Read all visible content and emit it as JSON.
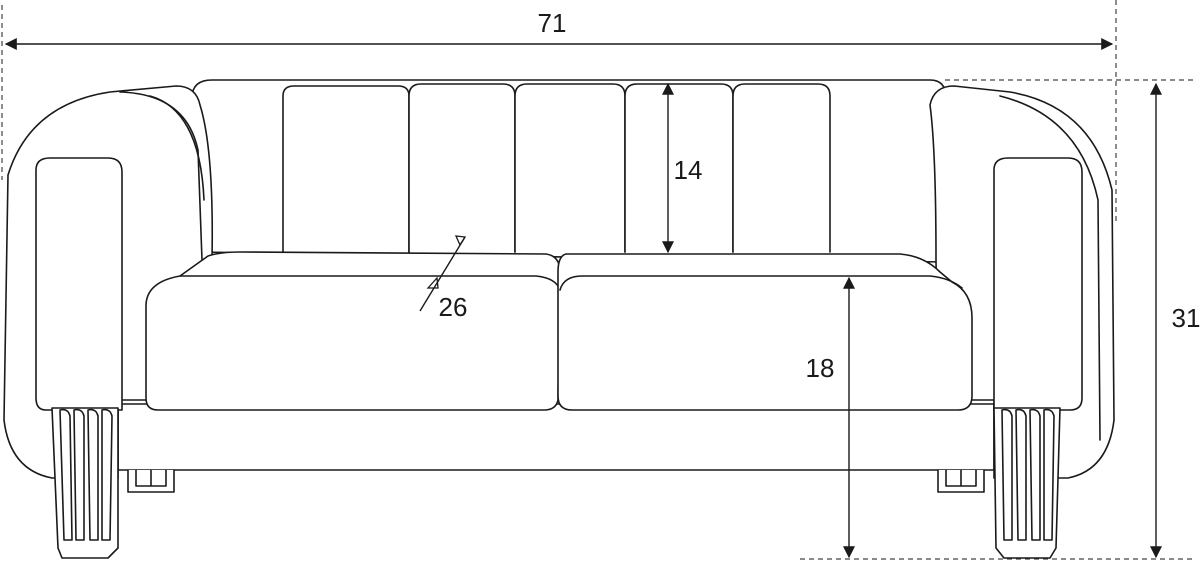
{
  "dimensions": {
    "width": "71",
    "back_height": "14",
    "depth": "26",
    "seat_height": "18",
    "total_height": "31"
  },
  "colors": {
    "line": "#1a1a1a",
    "background": "#ffffff"
  }
}
